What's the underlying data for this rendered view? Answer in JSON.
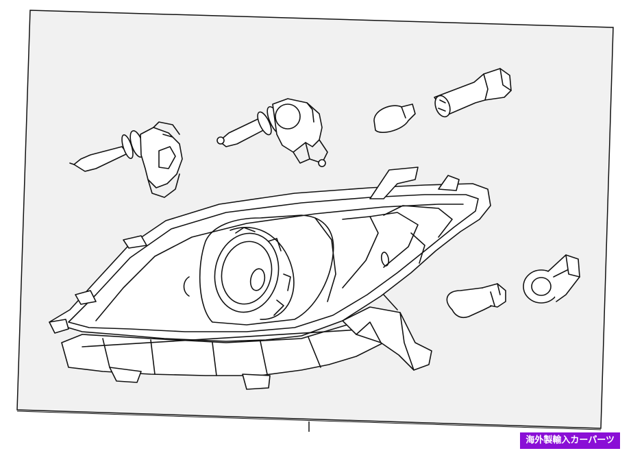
{
  "diagram": {
    "panel_background": "#f1f1f1",
    "line_color": "#111111",
    "parts": [
      "h11-bulb-left",
      "h11-bulb-center",
      "small-wedge-bulb",
      "turn-signal-socket",
      "headlamp-assembly",
      "amber-bulb",
      "round-socket"
    ]
  },
  "watermark": {
    "text": "海外製輸入カーパーツ",
    "background": "#8a0fd6",
    "color": "#ffffff"
  }
}
